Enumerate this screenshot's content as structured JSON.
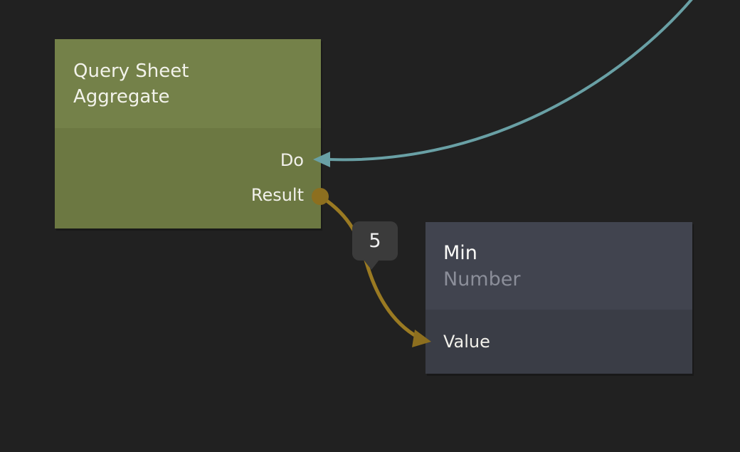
{
  "canvas": {
    "background_color": "#212121"
  },
  "nodes": {
    "query_sheet_aggregate": {
      "title": "Query Sheet Aggregate",
      "header_color": "#748149",
      "body_color": "#6c7842",
      "ports": {
        "do": {
          "label": "Do",
          "side": "right"
        },
        "result": {
          "label": "Result",
          "side": "right"
        }
      }
    },
    "min": {
      "title": "Min",
      "subtitle": "Number",
      "header_color": "#41444f",
      "body_color": "#3a3d46",
      "ports": {
        "value": {
          "label": "Value",
          "side": "left"
        }
      }
    }
  },
  "edges": {
    "exec_in": {
      "color": "#69a0a5",
      "target_port": "Do"
    },
    "result_to_value": {
      "color": "#9a7a22",
      "end_color": "#8d6f1f",
      "source_port": "Result",
      "target_port": "Value",
      "value_label": "5"
    }
  },
  "value_badge": {
    "text": "5",
    "background_color": "#3b3b3b",
    "text_color": "#f2f2f2"
  }
}
